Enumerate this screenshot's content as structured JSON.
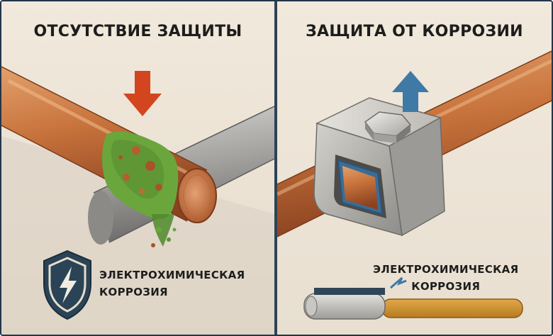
{
  "left_panel": {
    "title": "ОТСУТСТВИЕ ЗАЩИТЫ",
    "caption_line1": "ЭЛЕКТРОХИМИЧЕСКАЯ",
    "caption_line2": "КОРРОЗИЯ",
    "arrow_direction": "down",
    "arrow_color": "#d2451f",
    "icon": "shield-lightning-icon"
  },
  "right_panel": {
    "title": "ЗАЩИТА ОТ КОРРОЗИИ",
    "caption_line1": "ЭЛЕКТРОХИМИЧЕСКАЯ",
    "caption_line2": "КОРРОЗИЯ",
    "arrow_direction": "up",
    "arrow_color": "#3f79a6",
    "icon": "pipe-clamp-icon"
  },
  "colors": {
    "copper": "#c8753f",
    "steel": "#a7a6a3",
    "corrosion": "#6aa63c",
    "divider": "#2d4356"
  }
}
